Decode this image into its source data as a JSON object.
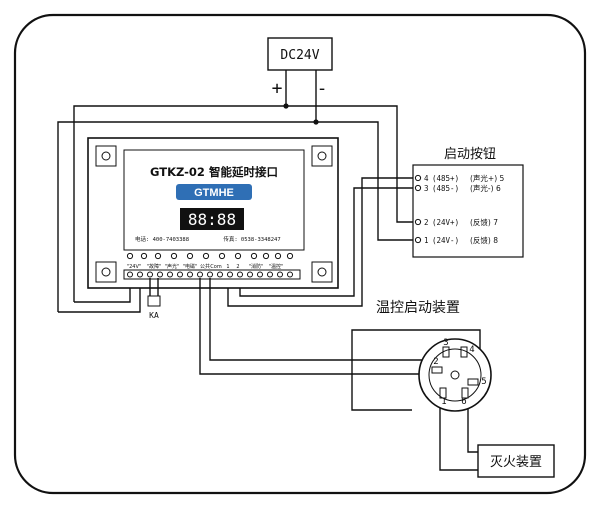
{
  "power": {
    "label": "DC24V",
    "plus": "+",
    "minus": "-"
  },
  "device": {
    "title": "GTKZ-02 智能延时接口",
    "logo": "GTMHE",
    "display": "88:88",
    "phone_left": "电话: 400-7403388",
    "phone_right": "传真: 0538-3348247",
    "terminal_labels": [
      "\"24V\"",
      "\"故障\"",
      "\"声光\"",
      "\"电磁\"",
      "公共",
      "Com",
      "1",
      "2",
      "\"消防\"",
      "\"温控\""
    ]
  },
  "start_button": {
    "title": "启动按钮",
    "rows": [
      {
        "left": "4",
        "mid": "(485+)",
        "right": "(声光+) 5"
      },
      {
        "left": "3",
        "mid": "(485-)",
        "right": "(声光-) 6"
      },
      {
        "left": "2",
        "mid": "(24V+)",
        "right": "(反馈) 7"
      },
      {
        "left": "1",
        "mid": "(24V-)",
        "right": "(反馈) 8"
      }
    ]
  },
  "ka_label": "KA",
  "temp_device": {
    "label": "温控启动装置"
  },
  "connector": {
    "pins": [
      "3",
      "4",
      "2",
      "5",
      "1",
      "6"
    ]
  },
  "fire_device": {
    "label": "灭火装置"
  }
}
